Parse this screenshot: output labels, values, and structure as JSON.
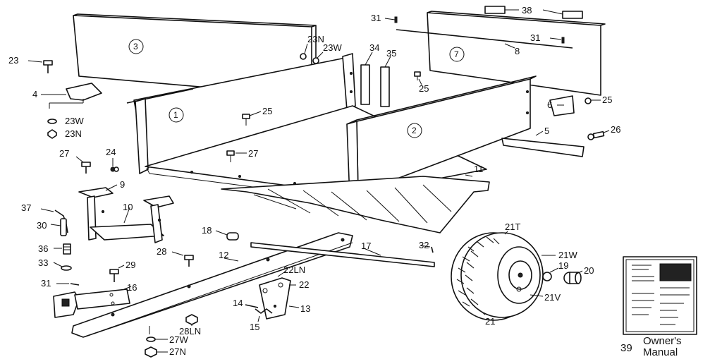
{
  "diagram": {
    "part_labels": {
      "p3": "3",
      "p1": "1",
      "p2": "2",
      "p7": "7",
      "23": "23",
      "23N_top": "23N",
      "23W_top": "23W",
      "4": "4",
      "23W_bot": "23W",
      "23N_bot": "23N",
      "27_left": "27",
      "24": "24",
      "31_top": "31",
      "38": "38",
      "31_mid": "31",
      "8": "8",
      "34": "34",
      "35": "35",
      "25_a": "25",
      "25_b": "25",
      "25_c": "25",
      "27_mid": "27",
      "6": "6",
      "26": "26",
      "5": "5",
      "11": "11",
      "9": "9",
      "10": "10",
      "37": "37",
      "30": "30",
      "36": "36",
      "33": "33",
      "31_left": "31",
      "29": "29",
      "16": "16",
      "28": "28",
      "18": "18",
      "12": "12",
      "17": "17",
      "32": "32",
      "22LN": "22LN",
      "22": "22",
      "14": "14",
      "13": "13",
      "15": "15",
      "28LN": "28LN",
      "27W": "27W",
      "27N": "27N",
      "21T": "21T",
      "21W": "21W",
      "19": "19",
      "20": "20",
      "21V": "21V",
      "21": "21"
    },
    "owners_manual": {
      "part_number": "39",
      "title_line1": "Owner's",
      "title_line2": "Manual"
    }
  }
}
